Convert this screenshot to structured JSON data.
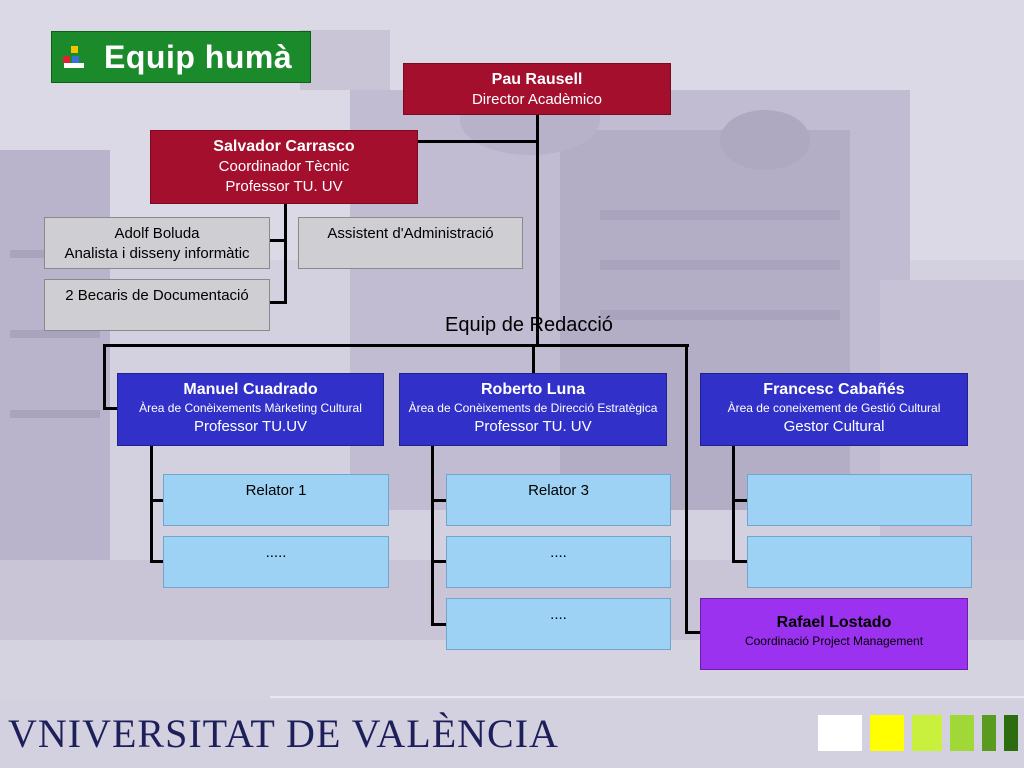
{
  "title": "Equip humà",
  "nodes": {
    "director": {
      "name": "Pau Rausell",
      "role": "Director Acadèmico"
    },
    "coordinator": {
      "name": "Salvador Carrasco",
      "role1": "Coordinador Tècnic",
      "role2": "Professor TU. UV"
    },
    "analyst": {
      "line1": "Adolf Boluda",
      "line2": "Analista i disseny informàtic"
    },
    "becaris": {
      "line1": "2 Becaris de Documentació"
    },
    "assistant": {
      "line1": "Assistent d'Administració"
    },
    "team_label": "Equip de Redacció",
    "manuel": {
      "name": "Manuel Cuadrado",
      "area": "Àrea de Conèixements Màrketing Cultural",
      "role": "Professor TU.UV"
    },
    "roberto": {
      "name": "Roberto Luna",
      "area": "Àrea de Conèixements de Direcció Estratègica",
      "role": "Professor TU. UV"
    },
    "francesc": {
      "name": "Francesc Cabañés",
      "area": "Àrea de coneixement de Gestió Cultural",
      "role": "Gestor Cultural"
    },
    "rafael": {
      "name": "Rafael Lostado",
      "role": "Coordinació Project Management"
    },
    "relators": {
      "m1": "Relator 1",
      "m2": ".....",
      "r1": "Relator 3",
      "r2": "....",
      "r3": "....",
      "f1": "",
      "f2": ""
    }
  },
  "footer": {
    "logo": "VNIVERSITAT DE VALÈNCIA",
    "squares": [
      "#ffffff",
      "#ffff00",
      "#c8f03c",
      "#a0d838",
      "#5a9a1e",
      "#2d6d10"
    ]
  }
}
